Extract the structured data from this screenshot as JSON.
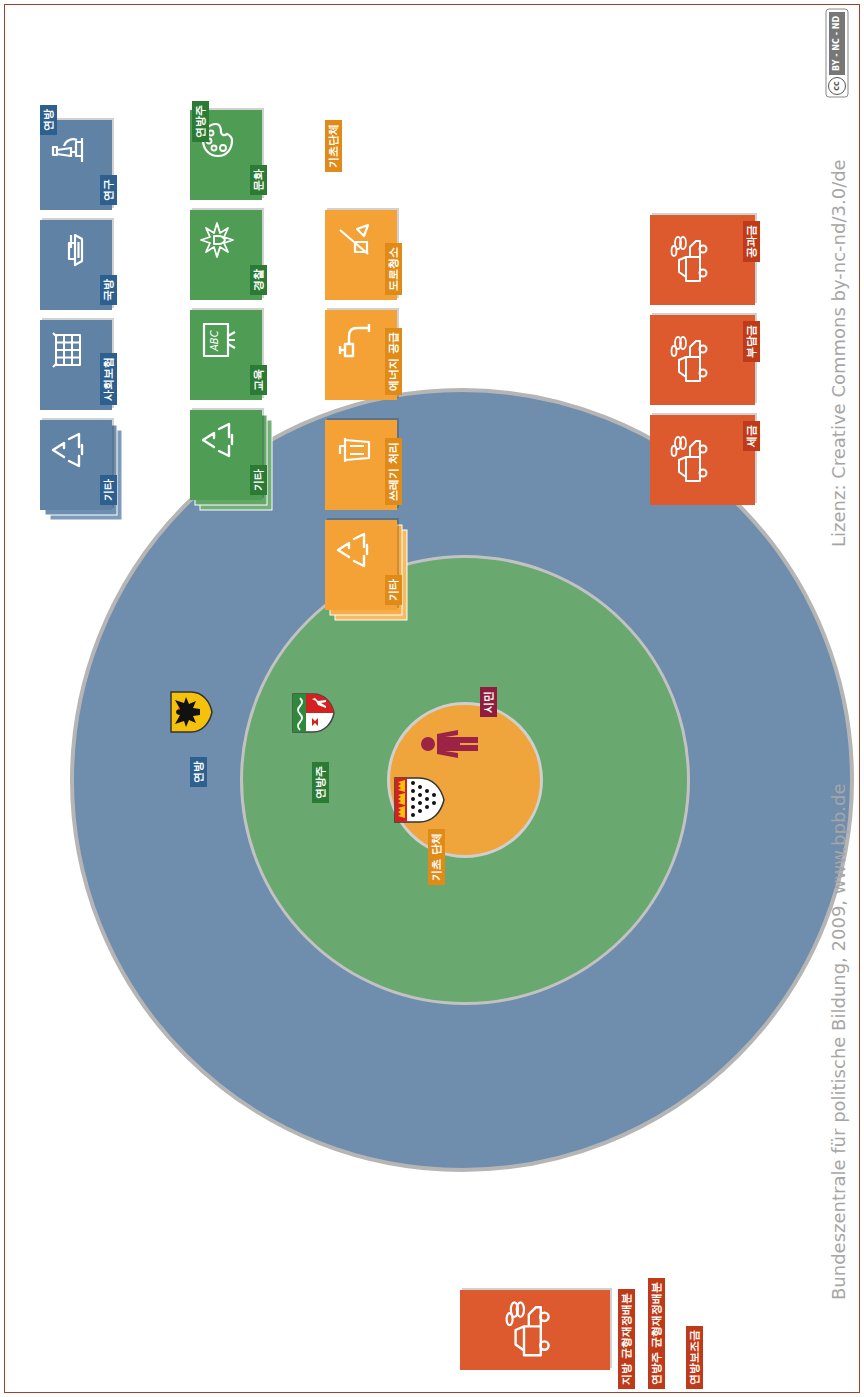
{
  "diagram": {
    "nodes": [
      {
        "text": [
          "연방"
        ]
      },
      {
        "text": [
          "연방주"
        ],
        "in": 0
      },
      {
        "text": [
          "기초 단체"
        ],
        "in": 1
      },
      {
        "text": [
          "시민"
        ],
        "in": 2
      },
      {
        "text": [
          "연구"
        ]
      },
      {
        "text": [
          "국방"
        ]
      },
      {
        "text": [
          "사회보험"
        ]
      },
      {
        "text": [
          "기타"
        ]
      },
      {
        "text": [
          "문화"
        ]
      },
      {
        "text": [
          "경찰"
        ]
      },
      {
        "text": [
          "교육"
        ]
      },
      {
        "text": [
          "기타"
        ]
      },
      {
        "text": [
          "도로청소"
        ]
      },
      {
        "text": [
          "에너지 공급"
        ]
      },
      {
        "text": [
          "쓰레기 처리"
        ]
      },
      {
        "text": [
          "기타"
        ]
      },
      {
        "text": [
          "세금"
        ]
      },
      {
        "text": [
          "부담금"
        ]
      },
      {
        "text": [
          "공과금"
        ]
      },
      {
        "text": [
          "지방 균형재정배분",
          "연방주 균형재정배분",
          "연방보조금"
        ]
      }
    ],
    "edges": [
      {
        "from": 3,
        "to": 16,
        "arrow": "to"
      },
      {
        "from": 16,
        "to": 17,
        "arrow": "none"
      },
      {
        "from": 17,
        "to": 18,
        "arrow": "none"
      },
      {
        "from": 18,
        "to": 4,
        "arrow": "to"
      },
      {
        "from": 18,
        "to": 8,
        "arrow": "to"
      },
      {
        "from": 18,
        "to": 12,
        "arrow": "to"
      },
      {
        "from": 4,
        "to": 5,
        "arrow": "none"
      },
      {
        "from": 5,
        "to": 6,
        "arrow": "none"
      },
      {
        "from": 6,
        "to": 7,
        "arrow": "none"
      },
      {
        "from": 7,
        "to": 0,
        "arrow": "to"
      },
      {
        "from": 8,
        "to": 9,
        "arrow": "none"
      },
      {
        "from": 9,
        "to": 10,
        "arrow": "none"
      },
      {
        "from": 10,
        "to": 11,
        "arrow": "none"
      },
      {
        "from": 11,
        "to": 1,
        "arrow": "to"
      },
      {
        "from": 12,
        "to": 13,
        "arrow": "none"
      },
      {
        "from": 13,
        "to": 14,
        "arrow": "none"
      },
      {
        "from": 14,
        "to": 15,
        "arrow": "none"
      },
      {
        "from": 15,
        "to": 2,
        "arrow": "to"
      },
      {
        "from": 19,
        "to": 2,
        "arrow": "none"
      },
      {
        "from": 19,
        "to": 1,
        "arrow": "none"
      },
      {
        "from": 19,
        "to": 0,
        "arrow": "none"
      }
    ],
    "labels": [
      "연방",
      "연방주",
      "기초단체",
      "ABC",
      "Bundeszentrale für politische Bildung, 2009, www.bpb.de",
      "Lizenz: Creative Commons by-nc-nd/3.0/de",
      "cc",
      "BY - NC - ND"
    ]
  }
}
